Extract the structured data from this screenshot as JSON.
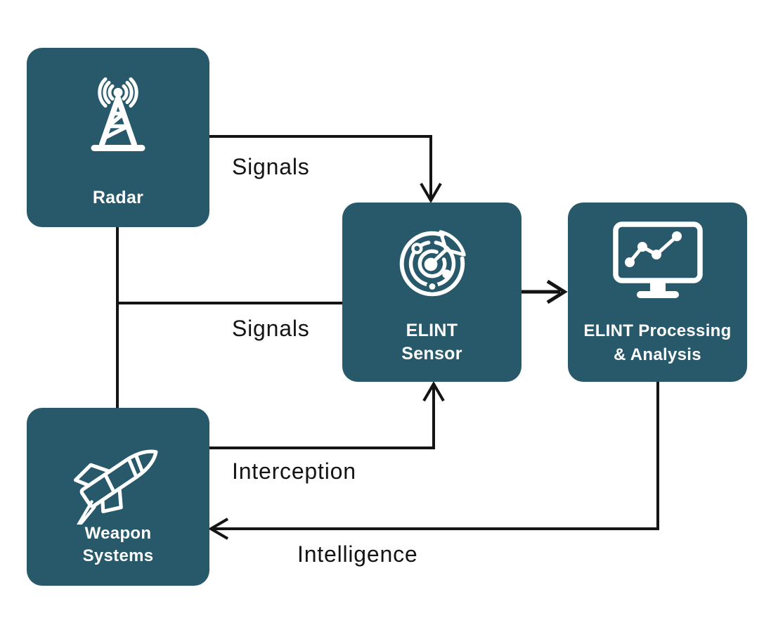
{
  "diagram": {
    "background_color": "#FFFFFF",
    "node_color": "#27596B",
    "node_text_color": "#FFFFFF",
    "connector_color": "#141414",
    "nodes": [
      {
        "id": "radar",
        "icon": "radio-tower-icon",
        "lines": [
          "Radar"
        ]
      },
      {
        "id": "elint-sensor",
        "icon": "radar-scope-icon",
        "lines": [
          "ELINT",
          "Sensor"
        ]
      },
      {
        "id": "elint-processing-analysis",
        "icon": "monitor-chart-icon",
        "lines": [
          "ELINT Processing",
          "& Analysis"
        ]
      },
      {
        "id": "weapon-systems",
        "icon": "missile-icon",
        "lines": [
          "Weapon",
          "Systems"
        ]
      }
    ],
    "edges": [
      {
        "from": "Radar",
        "to": "ELINT Sensor",
        "route": "top",
        "label": "Signals",
        "arrowhead": true
      },
      {
        "from": "Radar",
        "to": "ELINT Sensor",
        "route": "left",
        "label": "Signals",
        "arrowhead": false
      },
      {
        "from": "Weapon Systems",
        "to": "ELINT Sensor",
        "route": "bottom",
        "label": "Interception",
        "arrowhead": true
      },
      {
        "from": "ELINT Sensor",
        "to": "ELINT Processing & Analysis",
        "route": "direct",
        "label": "",
        "arrowhead": true
      },
      {
        "from": "ELINT Processing & Analysis",
        "to": "Weapon Systems",
        "route": "bottom",
        "label": "Intelligence",
        "arrowhead": true
      },
      {
        "from": "Radar",
        "to": "Weapon Systems",
        "route": "vertical",
        "label": "",
        "arrowhead": false
      }
    ]
  }
}
